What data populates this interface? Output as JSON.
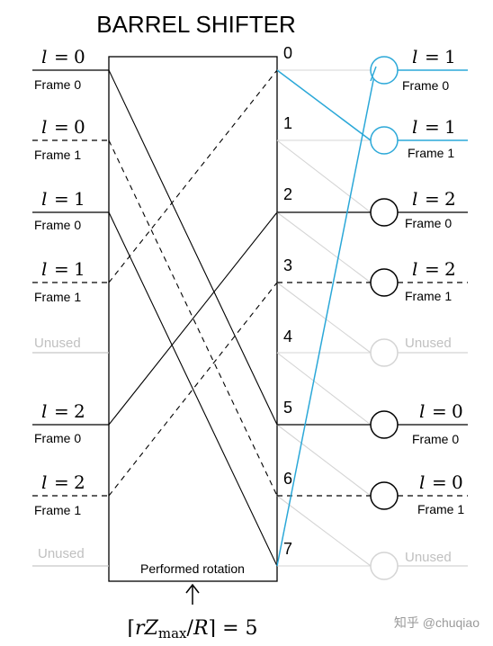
{
  "title": "BARREL SHIFTER",
  "box_label": "Performed rotation",
  "formula": {
    "open": "⌈",
    "r": "r",
    "z": "Z",
    "sub": "max",
    "slash": "/",
    "R": "R",
    "close": "⌉",
    "equals": " = 5"
  },
  "l_symbol": "l",
  "equals_symbol": "=",
  "outputs": [
    "0",
    "1",
    "2",
    "3",
    "4",
    "5",
    "6",
    "7"
  ],
  "inputs": [
    {
      "l_value": "0",
      "frame": "Frame 0",
      "unused": false
    },
    {
      "l_value": "0",
      "frame": "Frame 1",
      "unused": false
    },
    {
      "l_value": "1",
      "frame": "Frame 0",
      "unused": false
    },
    {
      "l_value": "1",
      "frame": "Frame 1",
      "unused": false
    },
    {
      "l_value": "",
      "frame": "Unused",
      "unused": true
    },
    {
      "l_value": "2",
      "frame": "Frame 0",
      "unused": false
    },
    {
      "l_value": "2",
      "frame": "Frame 1",
      "unused": false
    },
    {
      "l_value": "",
      "frame": "Unused",
      "unused": true
    }
  ],
  "right_labels": [
    {
      "l_value": "1",
      "frame": "Frame 0",
      "unused": false
    },
    {
      "l_value": "1",
      "frame": "Frame 1",
      "unused": false
    },
    {
      "l_value": "2",
      "frame": "Frame 0",
      "unused": false
    },
    {
      "l_value": "2",
      "frame": "Frame 1",
      "unused": false
    },
    {
      "l_value": "",
      "frame": "Unused",
      "unused": true
    },
    {
      "l_value": "0",
      "frame": "Frame 0",
      "unused": false
    },
    {
      "l_value": "0",
      "frame": "Frame 1",
      "unused": false
    },
    {
      "l_value": "",
      "frame": "Unused",
      "unused": true
    }
  ],
  "watermark": "知乎 @chuqiao",
  "colors": {
    "line": "#000000",
    "unused": "#c8c8c8",
    "highlight": "#2ba8d8",
    "faint": "#d4d4d4"
  }
}
